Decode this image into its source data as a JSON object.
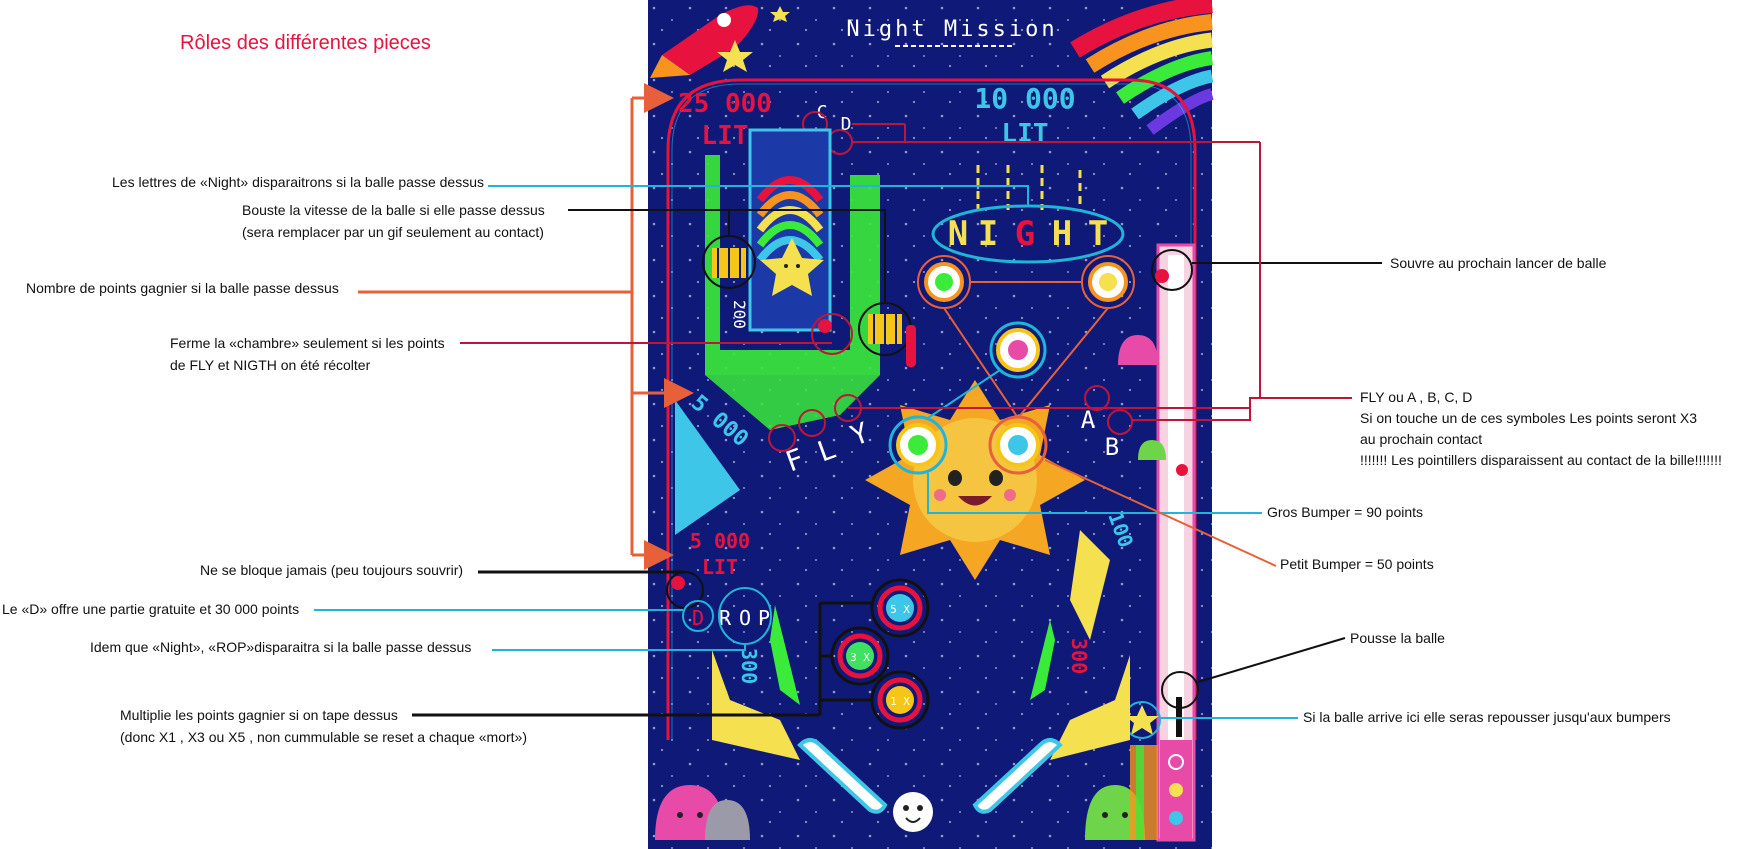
{
  "page": {
    "title": "Rôles des différentes pieces"
  },
  "board": {
    "name": "Night Mission",
    "scores": {
      "top_left_value": "25 000",
      "top_left_unit": "LIT",
      "top_right_value": "10 000",
      "top_right_unit": "LIT",
      "mid_left_value": "5 000",
      "mid_left_unit": "LIT",
      "chamber_side_value": "200",
      "ramp_left_value": "5 000",
      "left_lane_value": "300",
      "right_lane_value": "300",
      "right_ramp_value": "100"
    },
    "night_letters": [
      "N",
      "I",
      "G",
      "H",
      "T"
    ],
    "fly_letters": [
      "F",
      "L",
      "Y"
    ],
    "ab_letters": [
      "A",
      "B"
    ],
    "drop_letters": [
      "D",
      "R",
      "O",
      "P"
    ],
    "top_lane_letters": [
      "C",
      "D"
    ],
    "multipliers": [
      {
        "label": "5 X",
        "color": "#3ec6e8"
      },
      {
        "label": "3 X",
        "color": "#40e060"
      },
      {
        "label": "1 X",
        "color": "#f5c518"
      }
    ]
  },
  "annotations": {
    "night_letters": "Les lettres de «Night» disparaitrons si la balle passe dessus",
    "speed_boost_1": "Bouste la vitesse de la balle si elle passe dessus",
    "speed_boost_2": "(sera remplacer par un gif seulement au contact)",
    "points": "Nombre de points gagnier si la balle passe dessus",
    "chamber_1": "Ferme la «chambre» seulement si les points",
    "chamber_2": "de FLY et NIGTH on été récolter",
    "never_block": "Ne se bloque jamais (peu toujours souvrir)",
    "d_letter": "Le «D» offre une partie gratuite et 30 000 points",
    "rop": "Idem que «Night», «ROP»disparaitra si la balle passe dessus",
    "multiplier_1": "Multiplie les points gagnier si on tape dessus",
    "multiplier_2": "(donc X1 , X3 ou X5 , non cummulable se reset a chaque «mort»)",
    "opens_next": "Souvre au prochain lancer de balle",
    "fly_1": "FLY ou A , B, C, D",
    "fly_2": "Si on touche un de ces symboles Les points seront X3",
    "fly_3": "au prochain contact",
    "fly_4": "!!!!!!! Les pointillers disparaissent au contact de la bille!!!!!!!",
    "big_bumper": "Gros Bumper = 90 points",
    "small_bumper": "Petit Bumper = 50 points",
    "push_ball": "Pousse la balle",
    "repel": "Si la balle arrive ici elle seras repousser jusqu'aux bumpers"
  },
  "colors": {
    "board_bg": "#0f1a78",
    "neon_red": "#e8123e",
    "neon_blue": "#3ec6e8",
    "neon_green": "#3aeb3a",
    "neon_yellow": "#f5e050",
    "sun": "#f5b82e",
    "callout_orange": "#e8603a",
    "callout_cyan": "#1fb4d8",
    "callout_crimson": "#c0153a"
  }
}
